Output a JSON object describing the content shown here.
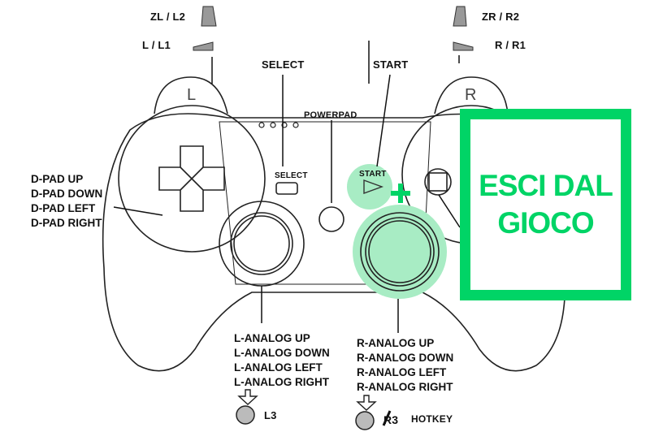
{
  "colors": {
    "accent": "#00d466",
    "highlight": "#a8ecc4"
  },
  "labels": {
    "zl_l2": "ZL / L2",
    "l_l1": "L / L1",
    "zr_r2": "ZR / R2",
    "r_r1": "R / R1",
    "select": "SELECT",
    "start": "START",
    "powerpad": "POWERPAD",
    "select_small": "SELECT",
    "start_small": "START",
    "shoulder_l": "L",
    "shoulder_r": "R"
  },
  "dpad": [
    "D-PAD UP",
    "D-PAD DOWN",
    "D-PAD LEFT",
    "D-PAD RIGHT"
  ],
  "left_analog": [
    "L-ANALOG UP",
    "L-ANALOG DOWN",
    "L-ANALOG LEFT",
    "L-ANALOG RIGHT"
  ],
  "right_analog": [
    "R-ANALOG UP",
    "R-ANALOG DOWN",
    "R-ANALOG LEFT",
    "R-ANALOG RIGHT"
  ],
  "l3": "L3",
  "r3": "R3",
  "hotkey": "HOTKEY",
  "plus": "+",
  "exit_box": {
    "line1": "ESCI DAL",
    "line2": "GIOCO"
  }
}
